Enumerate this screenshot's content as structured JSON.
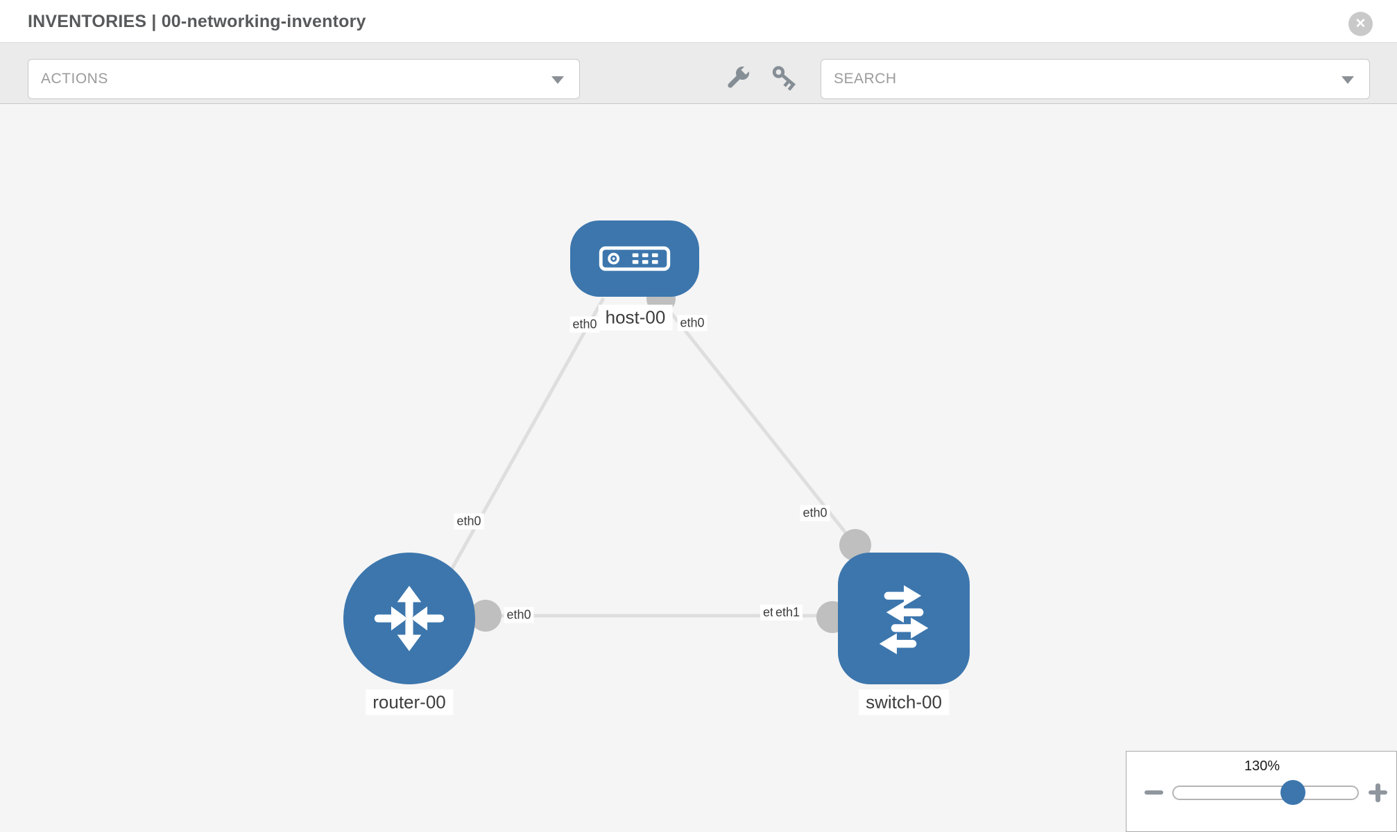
{
  "header": {
    "title": "INVENTORIES | 00-networking-inventory",
    "close_icon": "✕"
  },
  "toolbar": {
    "actions_placeholder": "ACTIONS",
    "search_placeholder": "SEARCH",
    "icons": [
      "wrench-icon",
      "key-icon"
    ]
  },
  "topology": {
    "nodes": {
      "host": {
        "label": "host-00",
        "type": "host"
      },
      "router": {
        "label": "router-00",
        "type": "router"
      },
      "switch": {
        "label": "switch-00",
        "type": "switch"
      }
    },
    "interfaces": {
      "host_left": "eth0",
      "host_right": "eth0",
      "router_top": "eth0",
      "router_right": "eth0",
      "switch_top": "eth0",
      "switch_left_under": "eth0",
      "switch_left_over": "eth1"
    },
    "links": [
      {
        "source": "host-00",
        "source_if": "eth0",
        "target": "router-00",
        "target_if": "eth0"
      },
      {
        "source": "host-00",
        "source_if": "eth0",
        "target": "switch-00",
        "target_if": "eth0"
      },
      {
        "source": "router-00",
        "source_if": "eth0",
        "target": "switch-00",
        "target_if": "eth1"
      }
    ]
  },
  "zoom_control": {
    "level": "130%"
  },
  "colors": {
    "accent_blue": "#3c76ad",
    "link_gray": "#dedede",
    "dot_gray": "#bfbfbf",
    "toolbar_gray": "#ebebeb",
    "canvas_gray": "#f5f5f5"
  }
}
